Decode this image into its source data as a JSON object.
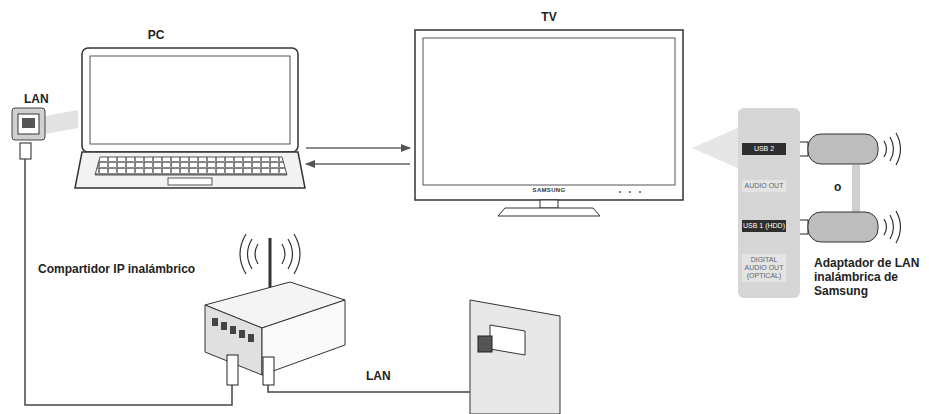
{
  "diagram": {
    "nodes": [
      {
        "text": [
          "PC"
        ]
      },
      {
        "text": [
          "TV",
          "SAMSUNG"
        ]
      },
      {
        "text": [
          "USB 2",
          "AUDIO OUT",
          "USB 1 (HDD)",
          "DIGITAL AUDIO OUT (OPTICAL)"
        ]
      },
      {
        "text": [
          "Compartidor IP inalámbrico"
        ]
      }
    ],
    "edges": [
      {
        "from": 0,
        "to": 1,
        "arrow": "to"
      },
      {
        "from": 1,
        "to": 0,
        "arrow": "to"
      },
      {
        "from": 0,
        "to": 3,
        "arrow": "none"
      }
    ],
    "labels": [
      "LAN",
      "o",
      "Adaptador de LAN inalámbrica de Samsung",
      "LAN"
    ]
  }
}
